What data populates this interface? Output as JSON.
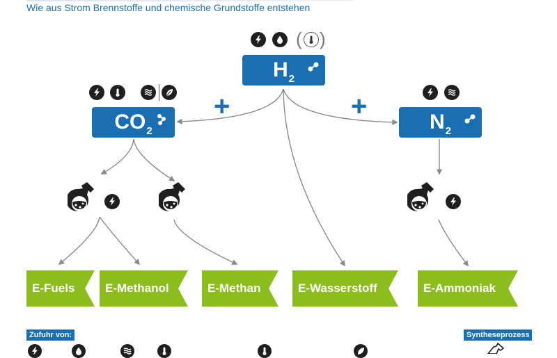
{
  "header": {
    "subtitle": "Wie aus Strom Brennstoffe und chemische Grundstoffe entstehen"
  },
  "molecules": {
    "h2": {
      "base": "H",
      "sub": "2"
    },
    "co2": {
      "base": "CO",
      "sub": "2"
    },
    "n2": {
      "base": "N",
      "sub": "2"
    }
  },
  "operators": {
    "plus": "+"
  },
  "products": {
    "e_fuels": "E-Fuels",
    "e_methanol": "E-Methanol",
    "e_methan": "E-Methan",
    "e_wasserstoff": "E-Wasserstoff",
    "e_ammoniak": "E-Ammoniak"
  },
  "legend": {
    "zufuhr_label": "Zufuhr von:",
    "synthese_label": "Syntheseprozess"
  },
  "colors": {
    "blue": "#1a6fb3",
    "green": "#8cbd1f",
    "dark": "#1f1f1f",
    "arrow": "#8a8a8a"
  }
}
